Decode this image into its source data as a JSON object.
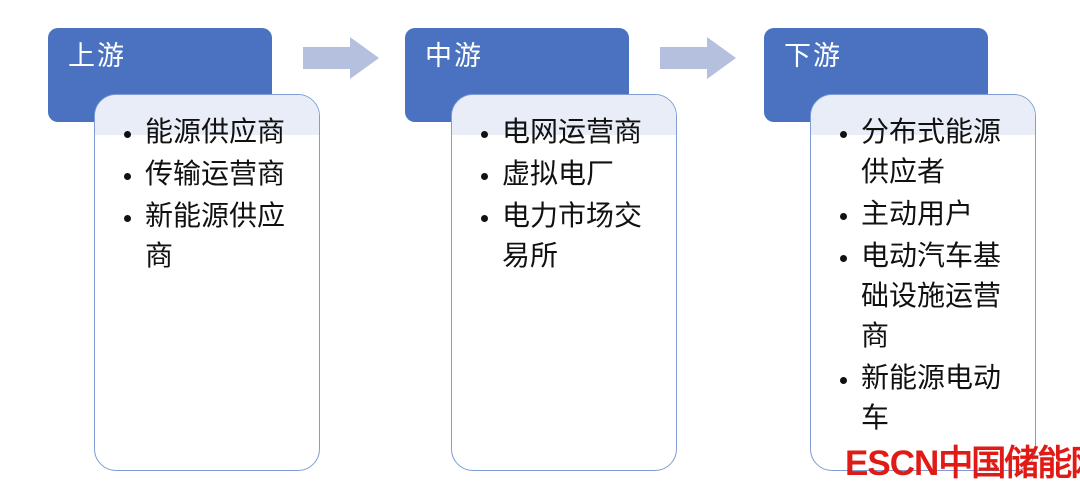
{
  "diagram": {
    "type": "value-chain",
    "columns": [
      {
        "id": "upstream",
        "header": "上游",
        "items": [
          "能源供应商",
          "传输运营商",
          "新能源供应商"
        ]
      },
      {
        "id": "midstream",
        "header": "中游",
        "items": [
          "电网运营商",
          "虚拟电厂",
          "电力市场交易所"
        ]
      },
      {
        "id": "downstream",
        "header": "下游",
        "items": [
          "分布式能源供应者",
          "主动用户",
          "电动汽车基础设施运营商",
          "新能源电动车"
        ]
      }
    ],
    "connectors": [
      {
        "id": "arrow-1",
        "icon": "right-arrow-icon",
        "from": "upstream",
        "to": "midstream"
      },
      {
        "id": "arrow-2",
        "icon": "right-arrow-icon",
        "from": "midstream",
        "to": "downstream"
      }
    ]
  },
  "watermark": {
    "brand": "ESCN",
    "site": "中国储能网"
  },
  "colors": {
    "header_blue": "#4a72c0",
    "card_border": "#7f9dd4",
    "card_tint": "#e9edf7",
    "arrow_fill": "#b4c0de",
    "watermark_red": "#e01b16",
    "header_text": "#ffffff",
    "body_text": "#111111"
  }
}
